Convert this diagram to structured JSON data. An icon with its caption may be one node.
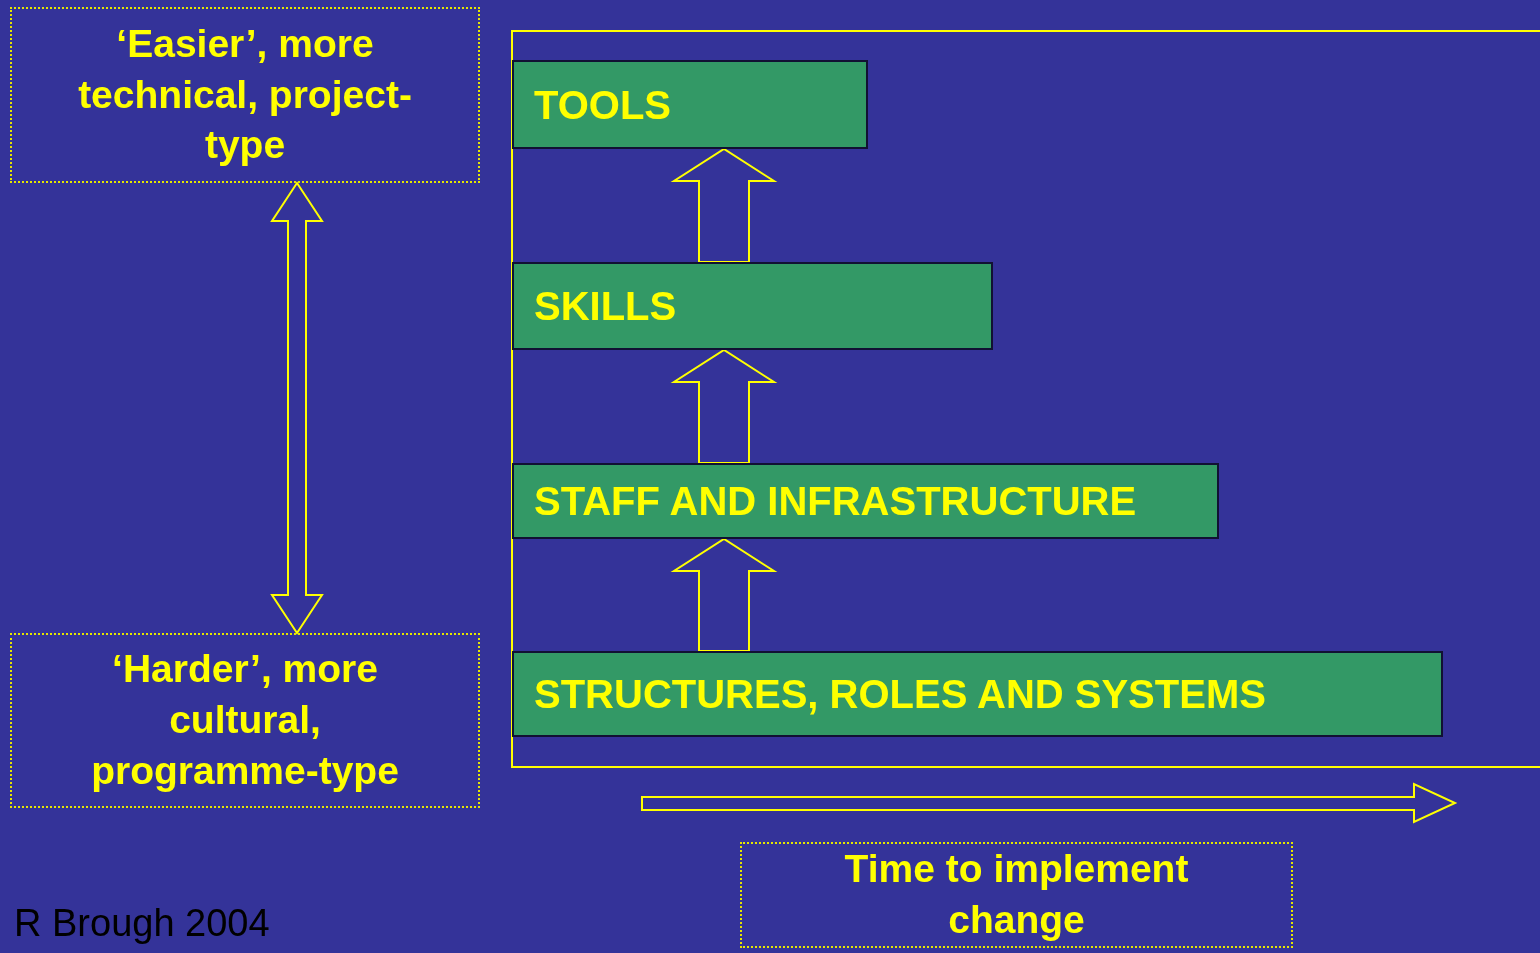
{
  "diagram": {
    "nodes": [
      {
        "text": [
          "‘Easier’, more technical, project-type"
        ]
      },
      {
        "text": [
          "‘Harder’, more cultural, programme-type"
        ]
      },
      {
        "text": [],
        "shape": "box"
      },
      {
        "text": [
          "TOOLS"
        ],
        "in": 2
      },
      {
        "text": [
          "SKILLS"
        ],
        "in": 2
      },
      {
        "text": [
          "STAFF AND INFRASTRUCTURE"
        ],
        "in": 2
      },
      {
        "text": [
          "STRUCTURES, ROLES AND SYSTEMS"
        ],
        "in": 2
      },
      {
        "text": [
          "Time to implement change"
        ]
      }
    ],
    "edges": [
      {
        "from": 0,
        "to": 1,
        "arrow": "both"
      },
      {
        "from": 6,
        "to": 5,
        "arrow": "to"
      },
      {
        "from": 5,
        "to": 4,
        "arrow": "to"
      },
      {
        "from": 4,
        "to": 3,
        "arrow": "to"
      }
    ],
    "labels": [
      "R Brough 2004"
    ]
  }
}
